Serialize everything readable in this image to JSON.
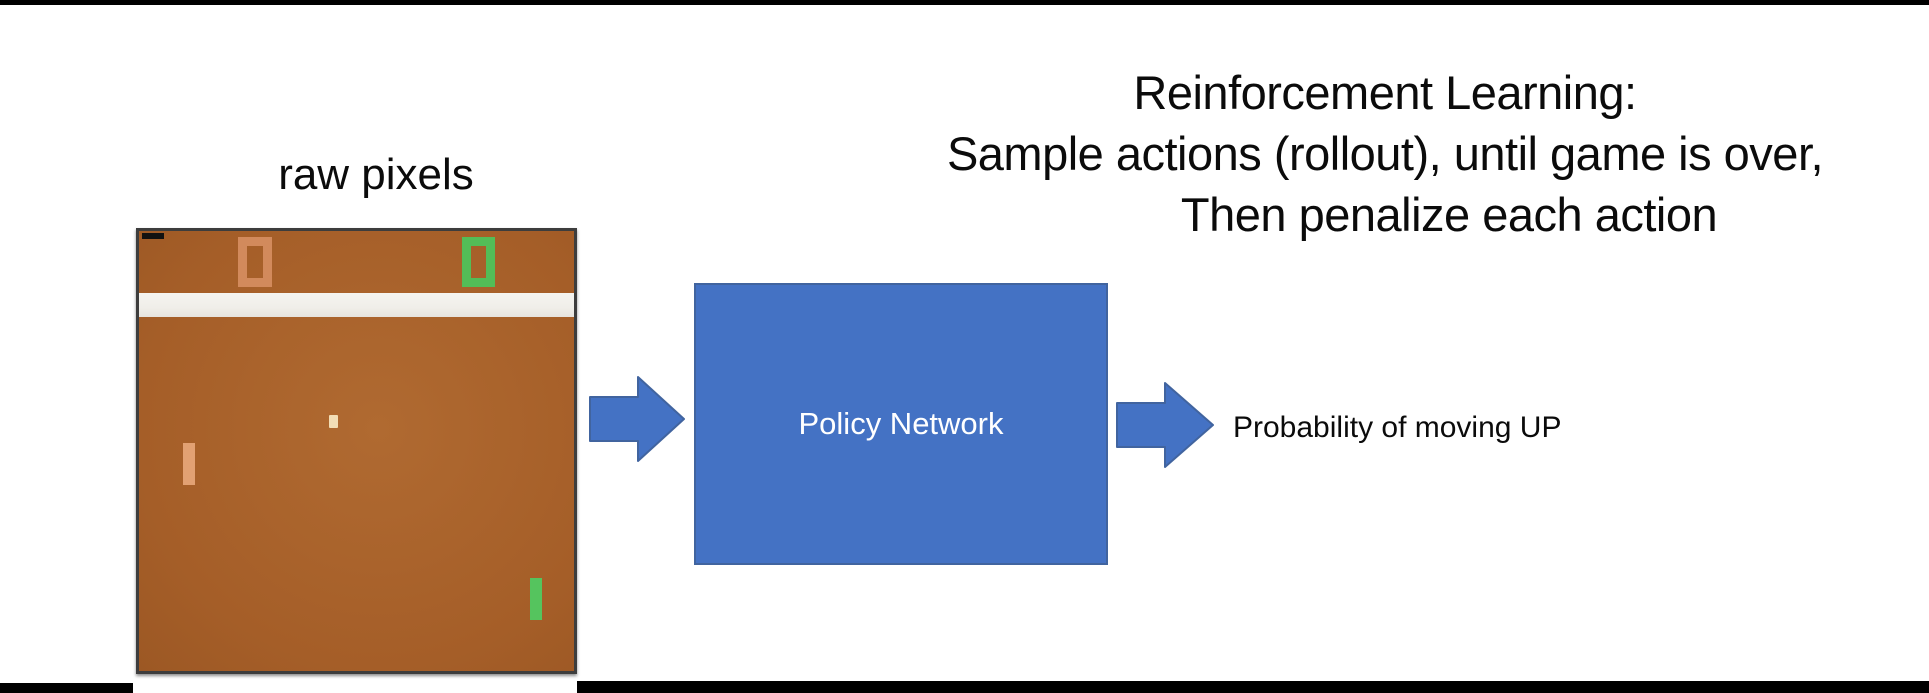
{
  "title": {
    "line1": "Reinforcement Learning:",
    "line2": "Sample actions (rollout), until game is over,",
    "line3": "Then penalize each action"
  },
  "game": {
    "label": "raw pixels",
    "left_score_value": "0",
    "right_score_value": "0",
    "elements": [
      "orange-score-zero",
      "green-score-zero",
      "score-divider-band",
      "ball",
      "orange-paddle",
      "green-paddle"
    ]
  },
  "diagram": {
    "box_label": "Policy Network",
    "output_label": "Probability of moving UP",
    "input_icon": "right-arrow-icon",
    "output_icon": "right-arrow-icon"
  },
  "colors": {
    "accent_blue": "#4472C4",
    "accent_blue_border": "#41649F",
    "game_brown": "#A55E28",
    "game_brown_light": "#B06A31",
    "score_orange": "#D28A5C",
    "score_green": "#53BD57",
    "paddle_orange": "#E2A173",
    "paddle_green": "#55C45E",
    "ball_cream": "#F2DDB5",
    "band_white": "#F0EEE9"
  }
}
